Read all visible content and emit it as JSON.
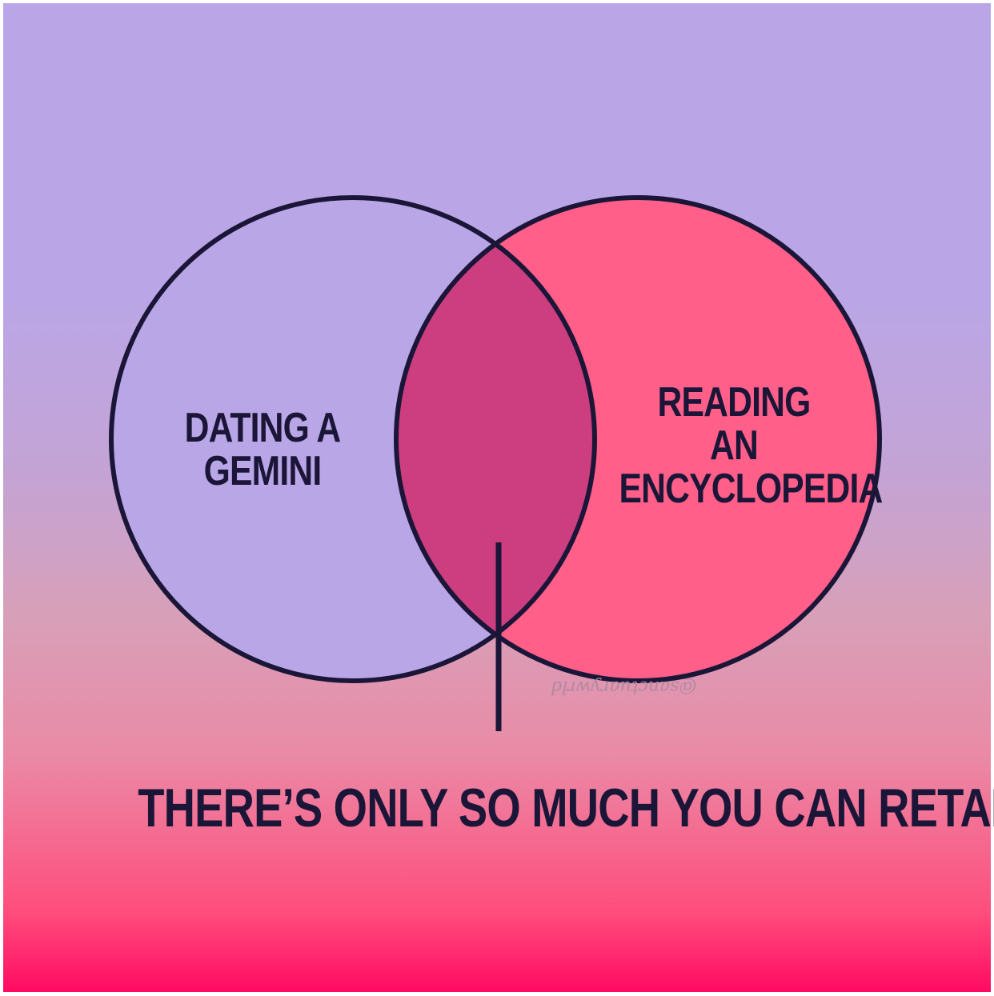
{
  "diagram": {
    "left_set_label": "DATING A\nGEMINI",
    "right_set_label": "READING\nAN\nENCYCLOPEDIA",
    "intersection_caption": "THERE’S ONLY SO MUCH YOU CAN RETAIN",
    "watermark": "@sanctuarywrld"
  },
  "colors": {
    "background_top": "#baa6e6",
    "background_bottom": "#ff0a62",
    "left_circle_fill": "#b9a6e7",
    "right_circle_fill": "#ff5f89",
    "intersection_fill": "#cc3e80",
    "outline": "#1b1638",
    "text": "#1b1638"
  }
}
